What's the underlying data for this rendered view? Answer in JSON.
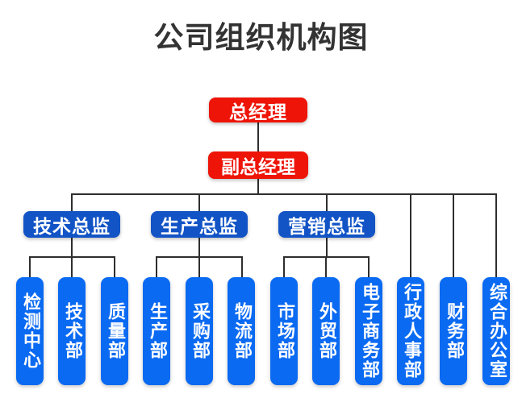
{
  "title": "公司组织机构图",
  "colors": {
    "red": "#ee1408",
    "director-blue": "#1254c6",
    "dept-blue": "#0a6af2",
    "line": "#2e2e2e",
    "title-text": "#333333"
  },
  "nodes": {
    "ceo": {
      "label": "总经理"
    },
    "deputy": {
      "label": "副总经理"
    },
    "directors": [
      {
        "label": "技术总监"
      },
      {
        "label": "生产总监"
      },
      {
        "label": "营销总监"
      }
    ],
    "departments": [
      {
        "label": "检测中心"
      },
      {
        "label": "技术部"
      },
      {
        "label": "质量部"
      },
      {
        "label": "生产部"
      },
      {
        "label": "采购部"
      },
      {
        "label": "物流部"
      },
      {
        "label": "市场部"
      },
      {
        "label": "外贸部"
      },
      {
        "label": "电子商务部"
      },
      {
        "label": "行政人事部"
      },
      {
        "label": "财务部"
      },
      {
        "label": "综合办公室"
      }
    ]
  }
}
